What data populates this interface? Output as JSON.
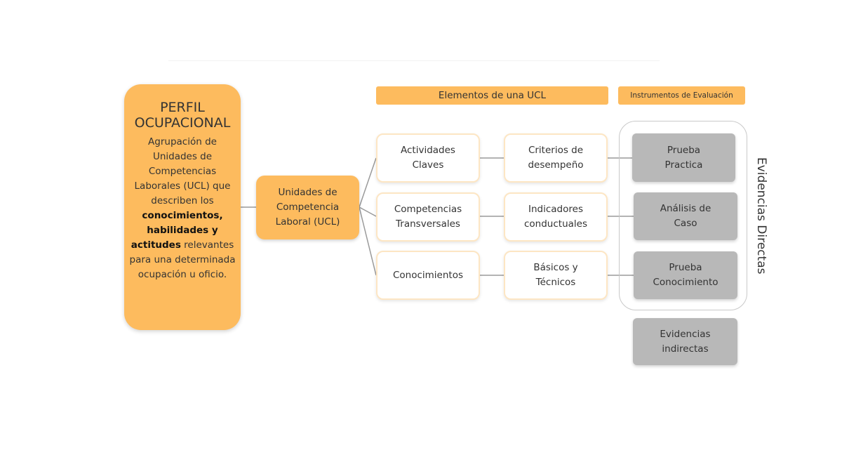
{
  "perfil": {
    "title_line1": "PERFIL",
    "title_line2": "OCUPACIONAL",
    "desc_before": "Agrupación de Unidades de Competencias Laborales (UCL) que describen los",
    "desc_bold": "conocimientos, habilidades y actitudes",
    "desc_after": "relevantes para una determinada ocupación u oficio."
  },
  "ucl": {
    "line1": "Unidades de",
    "line2": "Competencia",
    "line3": "Laboral (UCL)"
  },
  "headers": {
    "elementos": "Elementos de una UCL",
    "instrumentos": "Instrumentos de Evaluación"
  },
  "elementos": [
    {
      "line1": "Actividades",
      "line2": "Claves"
    },
    {
      "line1": "Competencias",
      "line2": "Transversales"
    },
    {
      "line1": "Conocimientos",
      "line2": ""
    }
  ],
  "criterios": [
    {
      "line1": "Criterios de",
      "line2": "desempeño"
    },
    {
      "line1": "Indicadores",
      "line2": "conductuales"
    },
    {
      "line1": "Básicos y",
      "line2": "Técnicos"
    }
  ],
  "instrumentos": [
    {
      "line1": "Prueba",
      "line2": "Practica"
    },
    {
      "line1": "Análisis de",
      "line2": "Caso"
    },
    {
      "line1": "Prueba",
      "line2": "Conocimiento"
    }
  ],
  "indirectas": {
    "line1": "Evidencias",
    "line2": "indirectas"
  },
  "evidencias_directas_label": "Evidencias Directas",
  "colors": {
    "accent_orange": "#fdbb5e",
    "element_border": "#fde6c4",
    "instrument_gray": "#b8b8b8",
    "connector_gray": "#9a9a9a"
  }
}
